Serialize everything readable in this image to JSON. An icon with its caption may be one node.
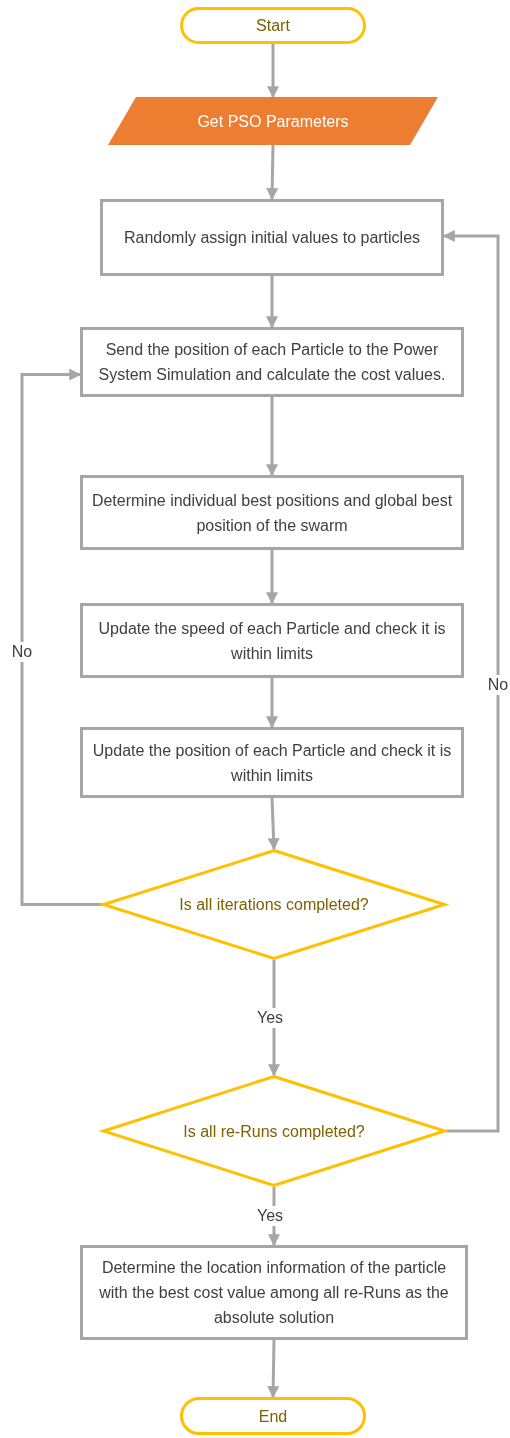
{
  "diagram": {
    "nodes": [
      {
        "text": [
          "Start"
        ]
      },
      {
        "text": [
          "Get PSO Parameters"
        ]
      },
      {
        "text": [
          "Randomly assign initial values to particles"
        ]
      },
      {
        "text": [
          "Send the position of each Particle to the Power System Simulation and calculate the cost values."
        ]
      },
      {
        "text": [
          "Determine individual best positions and global best position of the swarm"
        ]
      },
      {
        "text": [
          "Update the speed of each Particle and check it is within limits"
        ]
      },
      {
        "text": [
          "Update the position of each Particle and check it is within limits"
        ]
      },
      {
        "text": [
          "Is all iterations completed?"
        ]
      },
      {
        "text": [
          "Is all re-Runs completed?"
        ]
      },
      {
        "text": [
          "Determine the location information of the particle with the best cost value among all re-Runs as the absolute solution"
        ]
      },
      {
        "text": [
          "End"
        ]
      }
    ],
    "edges": [
      {
        "from": 0,
        "to": 1,
        "arrow": "to"
      },
      {
        "from": 1,
        "to": 2,
        "arrow": "to"
      },
      {
        "from": 2,
        "to": 3,
        "arrow": "to"
      },
      {
        "from": 3,
        "to": 4,
        "arrow": "to"
      },
      {
        "from": 4,
        "to": 5,
        "arrow": "to"
      },
      {
        "from": 5,
        "to": 6,
        "arrow": "to"
      },
      {
        "from": 6,
        "to": 7,
        "arrow": "to"
      },
      {
        "from": 7,
        "to": 8,
        "arrow": "to",
        "label": "Yes"
      },
      {
        "from": 8,
        "to": 9,
        "arrow": "to",
        "label": "Yes"
      },
      {
        "from": 9,
        "to": 10,
        "arrow": "to"
      },
      {
        "from": 7,
        "to": 3,
        "arrow": "to",
        "label": "No"
      },
      {
        "from": 8,
        "to": 2,
        "arrow": "to",
        "label": "No"
      }
    ]
  }
}
